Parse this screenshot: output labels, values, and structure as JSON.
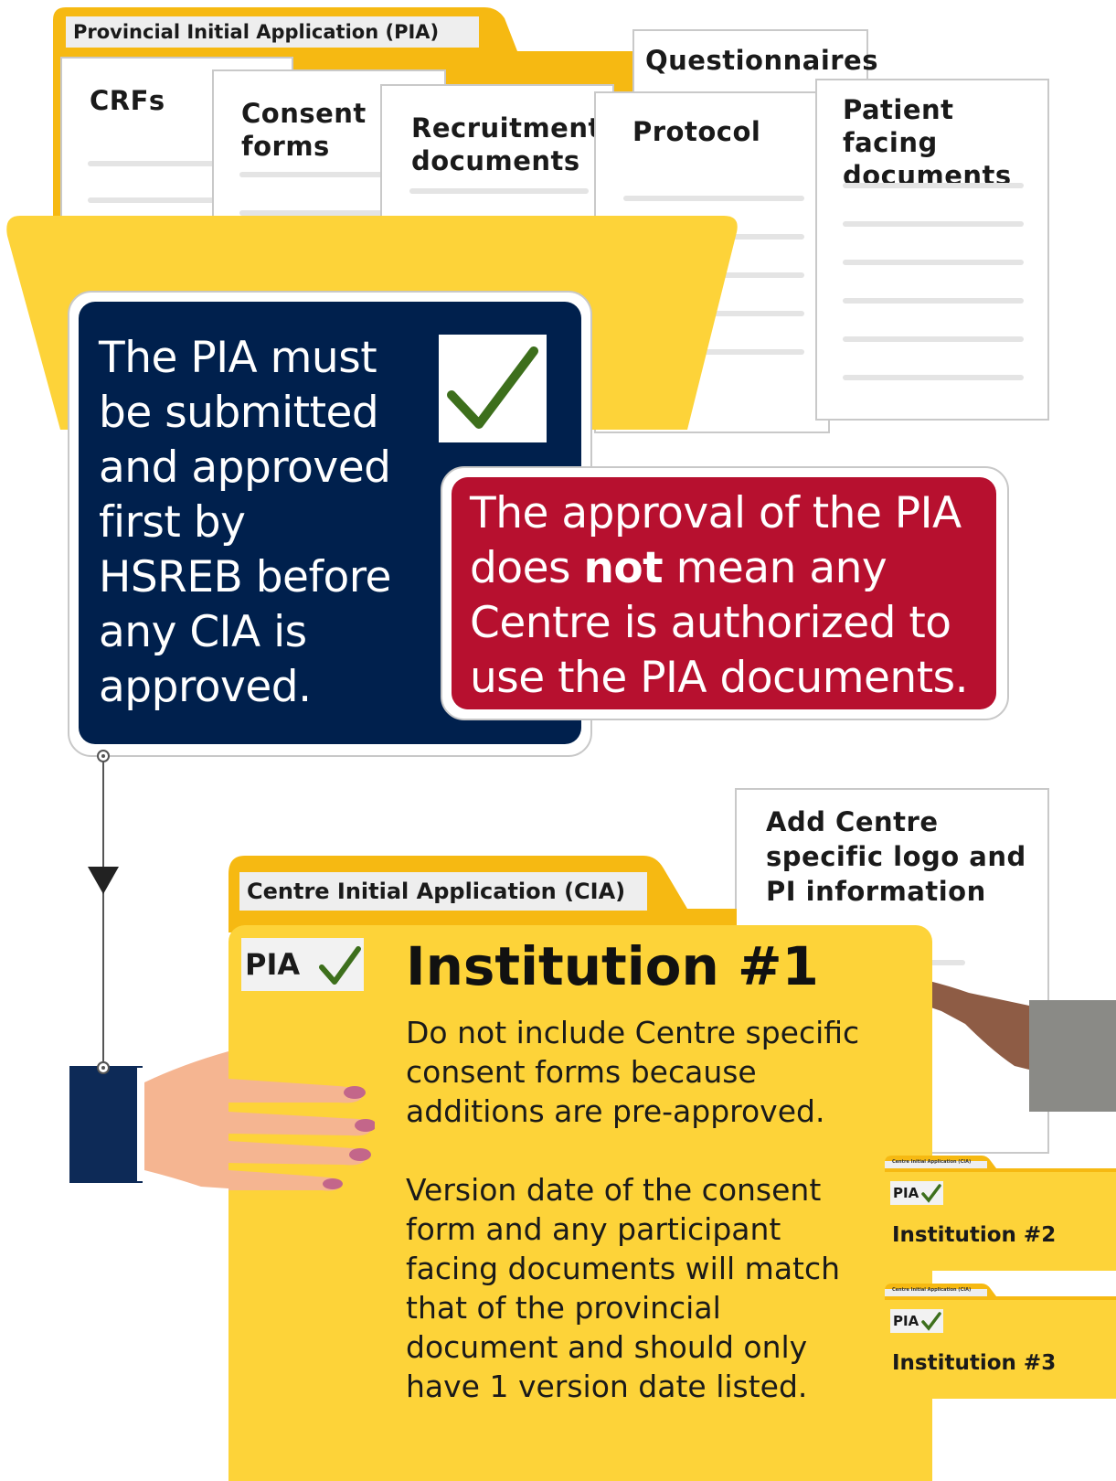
{
  "pia_folder": {
    "tab_label": "Provincial Initial Application (PIA)",
    "documents": [
      {
        "title": "CRFs"
      },
      {
        "title": "Consent forms"
      },
      {
        "title": "Recruitment documents"
      },
      {
        "title": "Questionnaires"
      },
      {
        "title": "Protocol"
      },
      {
        "title": "Patient facing documents"
      }
    ]
  },
  "pia_note": {
    "text": "The PIA must be submitted and approved first by HSREB before any CIA is approved."
  },
  "warning_note": {
    "before": "The approval of the PIA does ",
    "emphasis": "not",
    "after": " mean any Centre is authorized to use the PIA documents."
  },
  "logo_doc": {
    "title": "Add Centre specific logo and PI information"
  },
  "cia_folder": {
    "tab_label": "Centre Initial Application (CIA)",
    "pia_badge": "PIA",
    "institution": "Institution #1",
    "paragraph1": "Do not include Centre specific consent forms because additions are pre-approved.",
    "paragraph2": "Version date of the consent form and any participant facing documents will match that of the provincial document and should only have 1 version date listed."
  },
  "mini_folders": [
    {
      "tab_label": "Centre Initial Application (CIA)",
      "pia_badge": "PIA",
      "institution": "Institution #2"
    },
    {
      "tab_label": "Centre Initial Application (CIA)",
      "pia_badge": "PIA",
      "institution": "Institution #3"
    }
  ],
  "colors": {
    "folder_yellow": "#fdd339",
    "folder_back": "#f6b912",
    "navy": "#00204d",
    "red": "#b7102f",
    "check_green": "#3d6f1c",
    "sleeve_navy": "#0d2a57"
  },
  "icons": [
    "check-icon",
    "hand-left",
    "hand-right",
    "arrow-down-icon"
  ]
}
